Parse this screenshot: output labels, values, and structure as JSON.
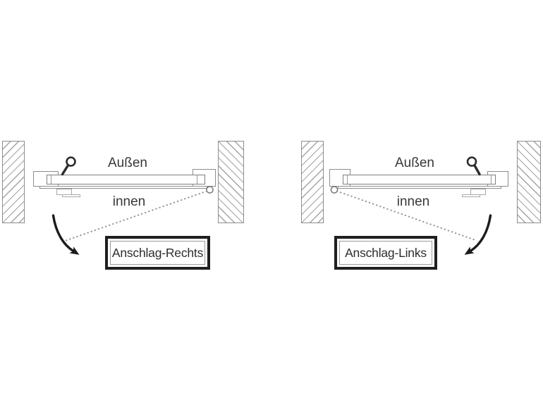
{
  "diagrams": [
    {
      "id": "anschlag-rechts",
      "outside_label": "Außen",
      "inside_label": "innen",
      "box_label": "Anschlag-Rechts",
      "hinge_side": "right"
    },
    {
      "id": "anschlag-links",
      "outside_label": "Außen",
      "inside_label": "innen",
      "box_label": "Anschlag-Links",
      "hinge_side": "left"
    }
  ],
  "colors": {
    "background": "#ffffff",
    "thin_line_gray": "#8d8d8d",
    "hatch_gray": "#a3a3a3",
    "dark_ink": "#1f1f1f",
    "text_gray": "#383838"
  }
}
